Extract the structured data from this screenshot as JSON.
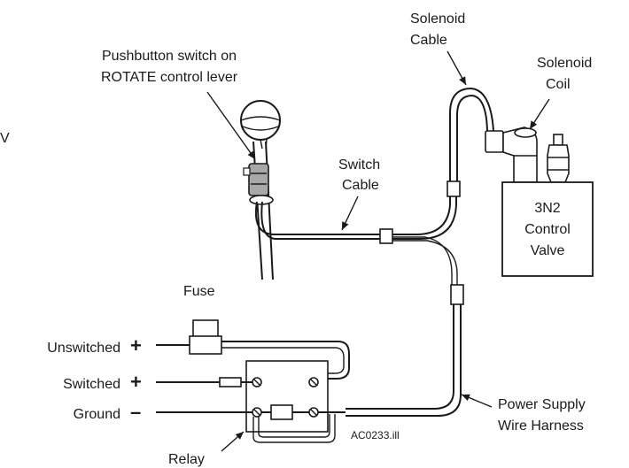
{
  "labels": {
    "pushbutton_line1": "Pushbutton switch on",
    "pushbutton_line2": "ROTATE control lever",
    "solenoid_cable_line1": "Solenoid",
    "solenoid_cable_line2": "Cable",
    "solenoid_coil_line1": "Solenoid",
    "solenoid_coil_line2": "Coil",
    "switch_cable_line1": "Switch",
    "switch_cable_line2": "Cable",
    "valve_line1": "3N2",
    "valve_line2": "Control",
    "valve_line3": "Valve",
    "fuse": "Fuse",
    "unswitched": "Unswitched",
    "switched": "Switched",
    "ground": "Ground",
    "plus_unswitched": "+",
    "plus_switched": "+",
    "minus_ground": "–",
    "power_supply_line1": "Power Supply",
    "power_supply_line2": "Wire Harness",
    "relay": "Relay",
    "figure_code": "AC0233.ill",
    "edge_fragment": "V"
  },
  "colors": {
    "line": "#1a1a1a",
    "switch_sleeve": "#a8a8a8",
    "background": "#ffffff"
  }
}
